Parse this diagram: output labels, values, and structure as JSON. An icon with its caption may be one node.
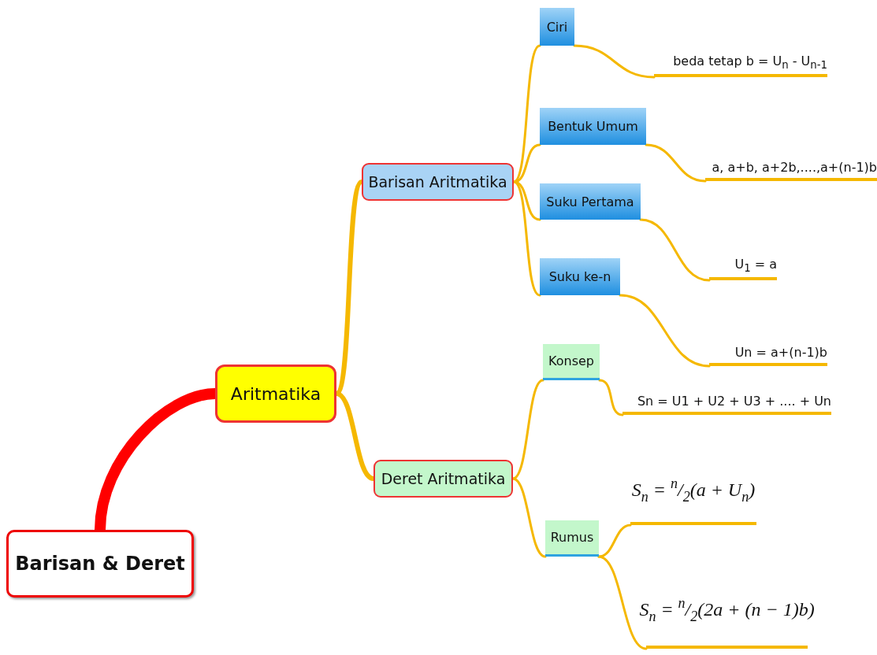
{
  "diagram": {
    "nodes": [
      {
        "text": [
          "Barisan & Deret"
        ]
      },
      {
        "text": [
          "Aritmatika"
        ]
      },
      {
        "text": [
          "Barisan Aritmatika"
        ]
      },
      {
        "text": [
          "Deret Aritmatika"
        ]
      },
      {
        "text": [
          "Ciri"
        ]
      },
      {
        "text": [
          "Bentuk Umum"
        ]
      },
      {
        "text": [
          "Suku Pertama"
        ]
      },
      {
        "text": [
          "Suku ke-n"
        ]
      },
      {
        "text": [
          "Konsep"
        ]
      },
      {
        "text": [
          "Rumus"
        ]
      },
      {
        "text": [
          "beda tetap b = U$_{n}$ - U$_{n-1}$"
        ]
      },
      {
        "text": [
          "a, a+b, a+2b,....,a+(n-1)b"
        ]
      },
      {
        "text": [
          "U$_{1}$ = a"
        ]
      },
      {
        "text": [
          "Un = a+(n-1)b"
        ]
      },
      {
        "text": [
          "Sn = U1 + U2 + U3 + .... + Un"
        ]
      },
      {
        "text": [
          "S$_{n}$ = $^{n}$/$_{2}$(a + U$_{n}$)"
        ]
      },
      {
        "text": [
          "S$_{n}$ = $^{n}$/$_{2}$(2a + (n − 1)b)"
        ]
      }
    ],
    "edges": [
      {
        "from": 0,
        "to": 1,
        "arrow": "none",
        "style": "thick",
        "color": "#ff0000"
      },
      {
        "from": 1,
        "to": 2,
        "arrow": "none",
        "style": "thick"
      },
      {
        "from": 1,
        "to": 3,
        "arrow": "none",
        "style": "thick"
      },
      {
        "from": 2,
        "to": 4,
        "arrow": "none"
      },
      {
        "from": 2,
        "to": 5,
        "arrow": "none"
      },
      {
        "from": 2,
        "to": 6,
        "arrow": "none"
      },
      {
        "from": 2,
        "to": 7,
        "arrow": "none"
      },
      {
        "from": 3,
        "to": 8,
        "arrow": "none"
      },
      {
        "from": 3,
        "to": 9,
        "arrow": "none"
      },
      {
        "from": 4,
        "to": 10,
        "arrow": "none"
      },
      {
        "from": 5,
        "to": 11,
        "arrow": "none"
      },
      {
        "from": 6,
        "to": 12,
        "arrow": "none"
      },
      {
        "from": 7,
        "to": 13,
        "arrow": "none"
      },
      {
        "from": 8,
        "to": 14,
        "arrow": "none"
      },
      {
        "from": 9,
        "to": 15,
        "arrow": "none"
      },
      {
        "from": 9,
        "to": 16,
        "arrow": "none"
      }
    ]
  }
}
